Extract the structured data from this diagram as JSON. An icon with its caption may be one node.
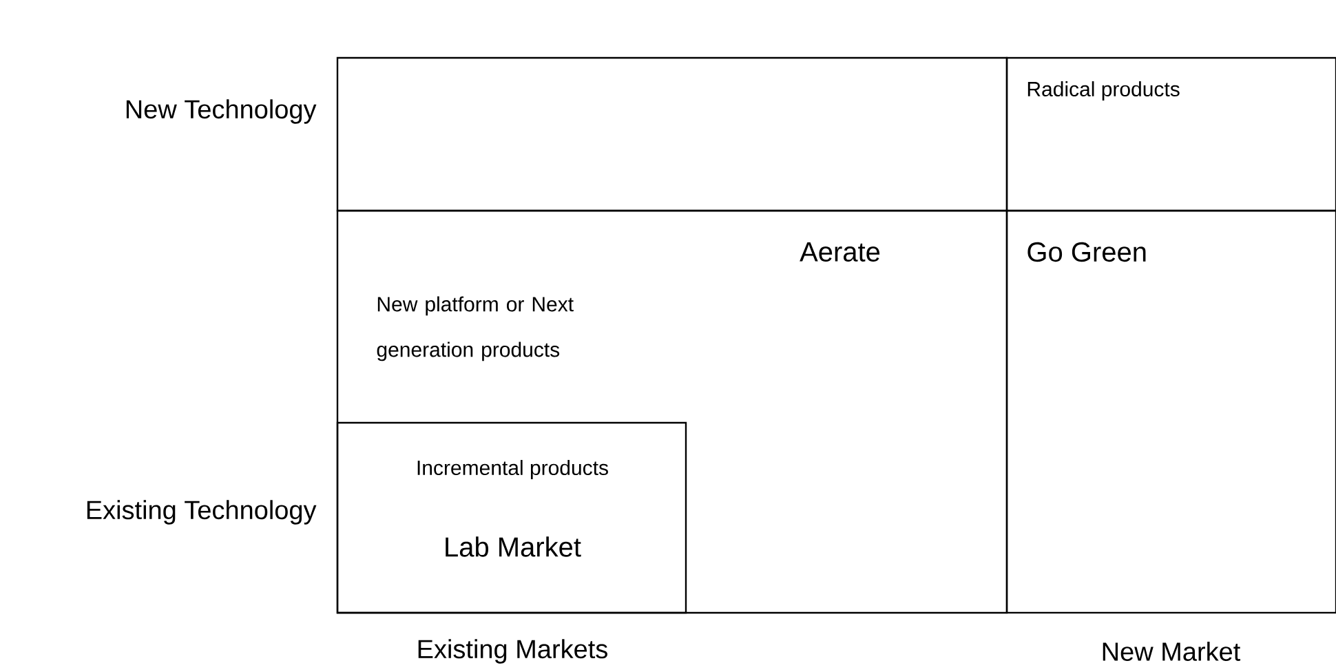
{
  "diagram": {
    "nodes": [
      {
        "text": [
          "Radical products"
        ]
      },
      {
        "text": [
          "Aerate",
          "New platform or Next generation products"
        ]
      },
      {
        "text": [
          "Incremental products",
          "Lab Market"
        ],
        "in": 1
      },
      {
        "text": [
          "Go Green"
        ]
      }
    ],
    "labels": [
      "New Technology",
      "Existing Technology",
      "Existing Markets",
      "New Market"
    ]
  }
}
